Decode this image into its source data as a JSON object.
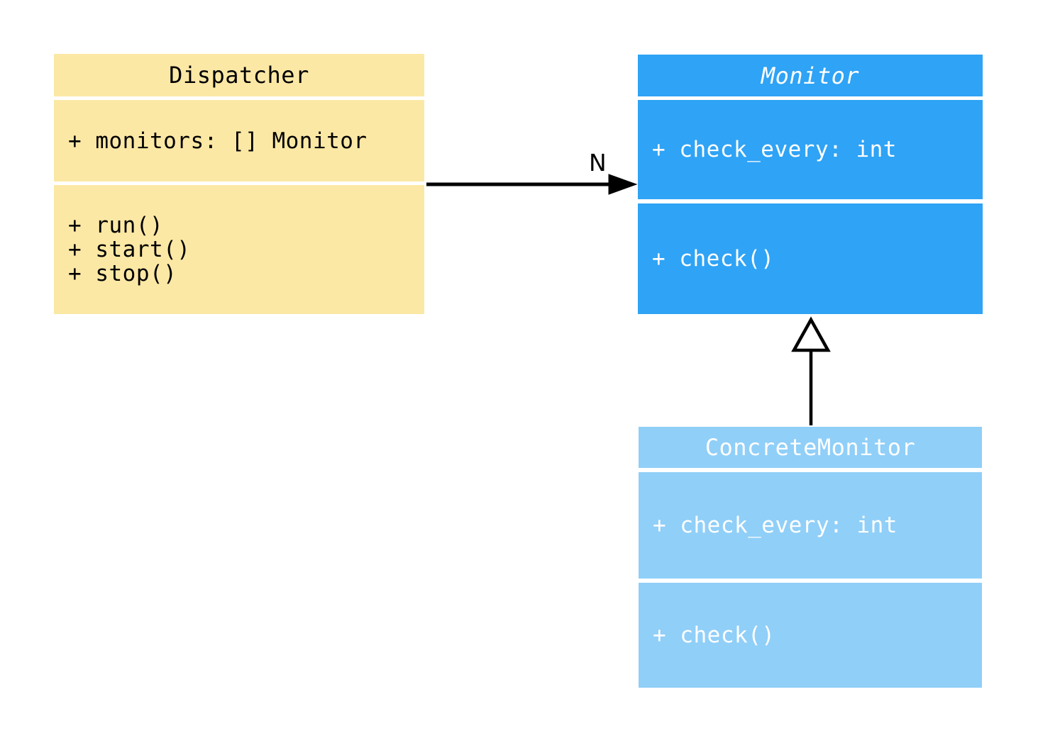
{
  "diagram": {
    "kind": "uml-class-diagram",
    "background": "#ffffff"
  },
  "classes": {
    "dispatcher": {
      "name": "Dispatcher",
      "abstract": false,
      "attributes": [
        "+ monitors: [] Monitor"
      ],
      "methods": [
        "+ run()",
        "+ start()",
        "+ stop()"
      ],
      "fill": "#FCE8A5",
      "text_color": "#000000"
    },
    "monitor": {
      "name": "Monitor",
      "abstract": true,
      "attributes": [
        "+ check_every: int"
      ],
      "methods": [
        "+ check()"
      ],
      "fill": "#2FA3F5",
      "text_color": "#FFFFFF"
    },
    "concrete_monitor": {
      "name": "ConcreteMonitor",
      "abstract": false,
      "attributes": [
        "+ check_every: int"
      ],
      "methods": [
        "+ check()"
      ],
      "fill": "#90CFF8",
      "text_color": "#FFFFFF"
    }
  },
  "relationships": {
    "association": {
      "from": "Dispatcher",
      "to": "Monitor",
      "label": "N",
      "line_color": "#000000"
    },
    "inheritance": {
      "from": "ConcreteMonitor",
      "to": "Monitor",
      "line_color": "#000000"
    }
  }
}
